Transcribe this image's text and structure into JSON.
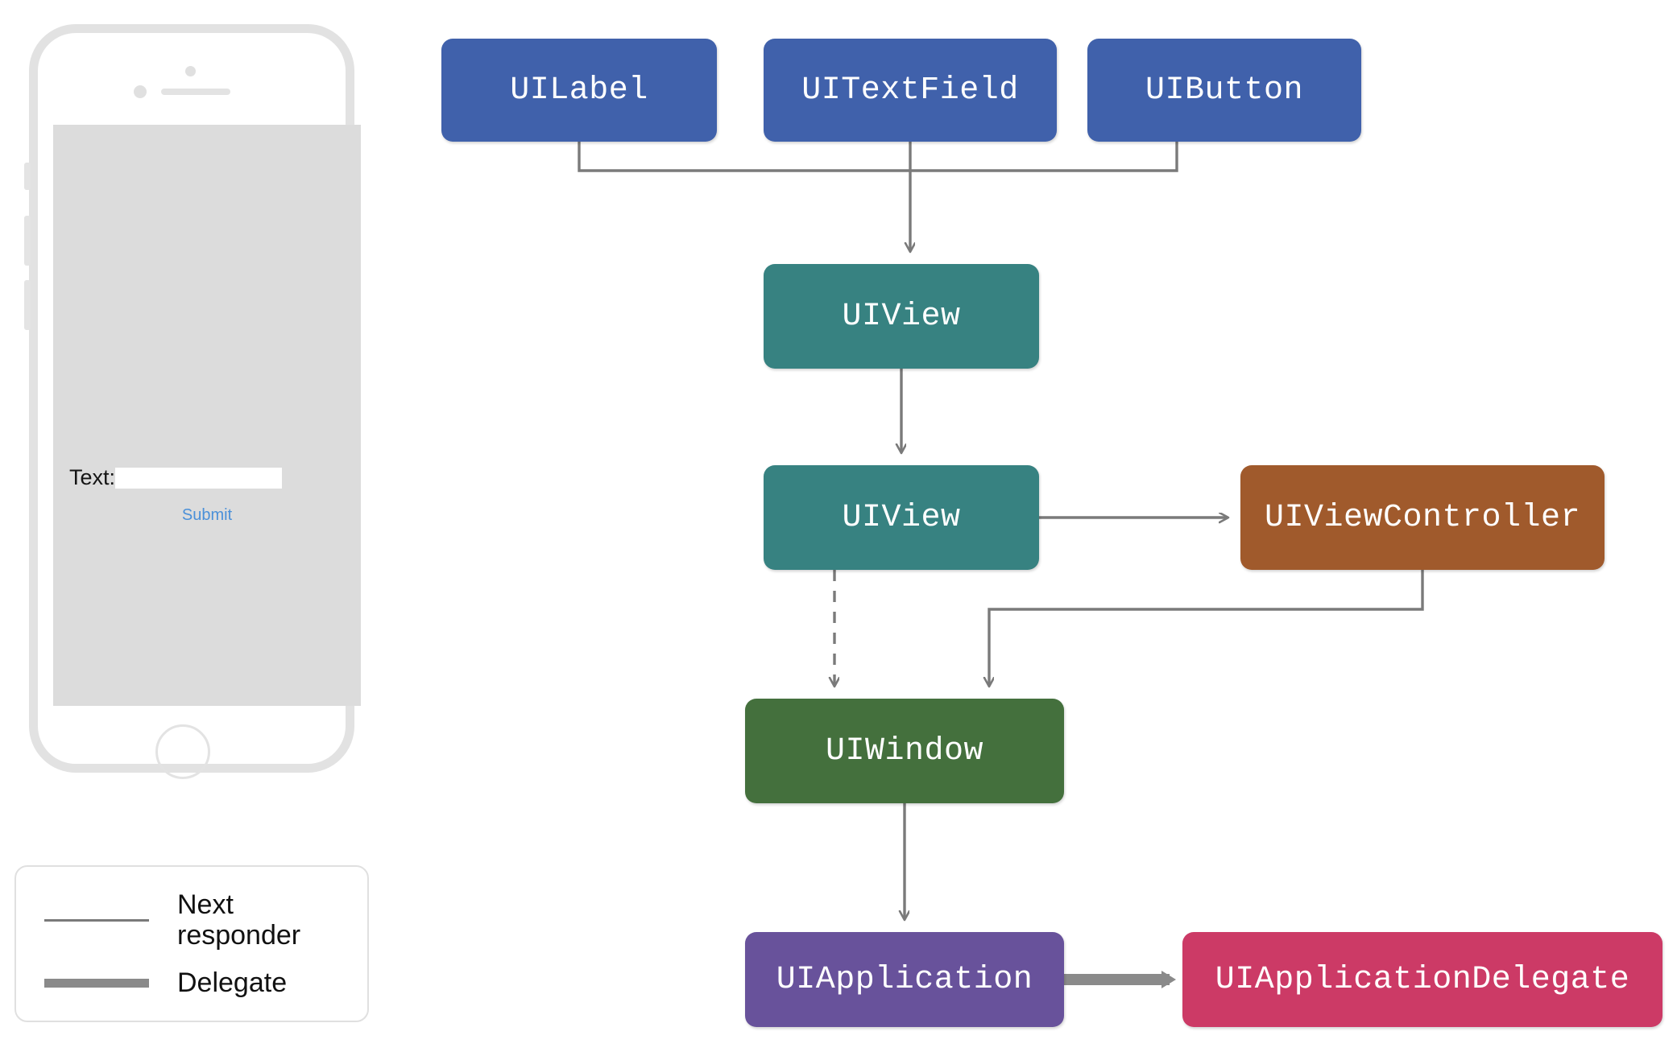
{
  "phone": {
    "form": {
      "text_label": "Text:",
      "text_input_value": "",
      "text_input_placeholder": "",
      "submit_label": "Submit",
      "submit_color": "#4a90d9"
    }
  },
  "legend": {
    "title": "",
    "items": [
      {
        "label": "Next\nresponder",
        "style": "thin-line",
        "color": "#7a7a7a"
      },
      {
        "label": "Delegate",
        "style": "thick-line",
        "color": "#8a8a8a"
      }
    ],
    "next_responder_label_line1": "Next",
    "next_responder_label_line2": "responder",
    "delegate_label": "Delegate"
  },
  "diagram": {
    "nodes": [
      {
        "id": "uilabel",
        "label": "UILabel",
        "color": "#4061AB"
      },
      {
        "id": "uitextfield",
        "label": "UITextField",
        "color": "#4061AB"
      },
      {
        "id": "uibutton",
        "label": "UIButton",
        "color": "#4061AB"
      },
      {
        "id": "uiview-1",
        "label": "UIView",
        "color": "#378281"
      },
      {
        "id": "uiview-2",
        "label": "UIView",
        "color": "#378281"
      },
      {
        "id": "uiviewcontroller",
        "label": "UIViewController",
        "color": "#A05A2C"
      },
      {
        "id": "uiwindow",
        "label": "UIWindow",
        "color": "#44703D"
      },
      {
        "id": "uiapplication",
        "label": "UIApplication",
        "color": "#68529B"
      },
      {
        "id": "uiapplicationdelegate",
        "label": "UIApplicationDelegate",
        "color": "#CC3A66"
      }
    ],
    "edges": [
      {
        "from": "uilabel",
        "to": "uiview-1",
        "kind": "next-responder"
      },
      {
        "from": "uitextfield",
        "to": "uiview-1",
        "kind": "next-responder"
      },
      {
        "from": "uibutton",
        "to": "uiview-1",
        "kind": "next-responder"
      },
      {
        "from": "uiview-1",
        "to": "uiview-2",
        "kind": "next-responder"
      },
      {
        "from": "uiview-2",
        "to": "uiviewcontroller",
        "kind": "next-responder"
      },
      {
        "from": "uiview-2",
        "to": "uiwindow",
        "kind": "next-responder-dashed"
      },
      {
        "from": "uiviewcontroller",
        "to": "uiwindow",
        "kind": "next-responder"
      },
      {
        "from": "uiwindow",
        "to": "uiapplication",
        "kind": "next-responder"
      },
      {
        "from": "uiapplication",
        "to": "uiapplicationdelegate",
        "kind": "delegate"
      }
    ],
    "line_color": "#7a7a7a",
    "delegate_line_color": "#8a8a8a"
  }
}
